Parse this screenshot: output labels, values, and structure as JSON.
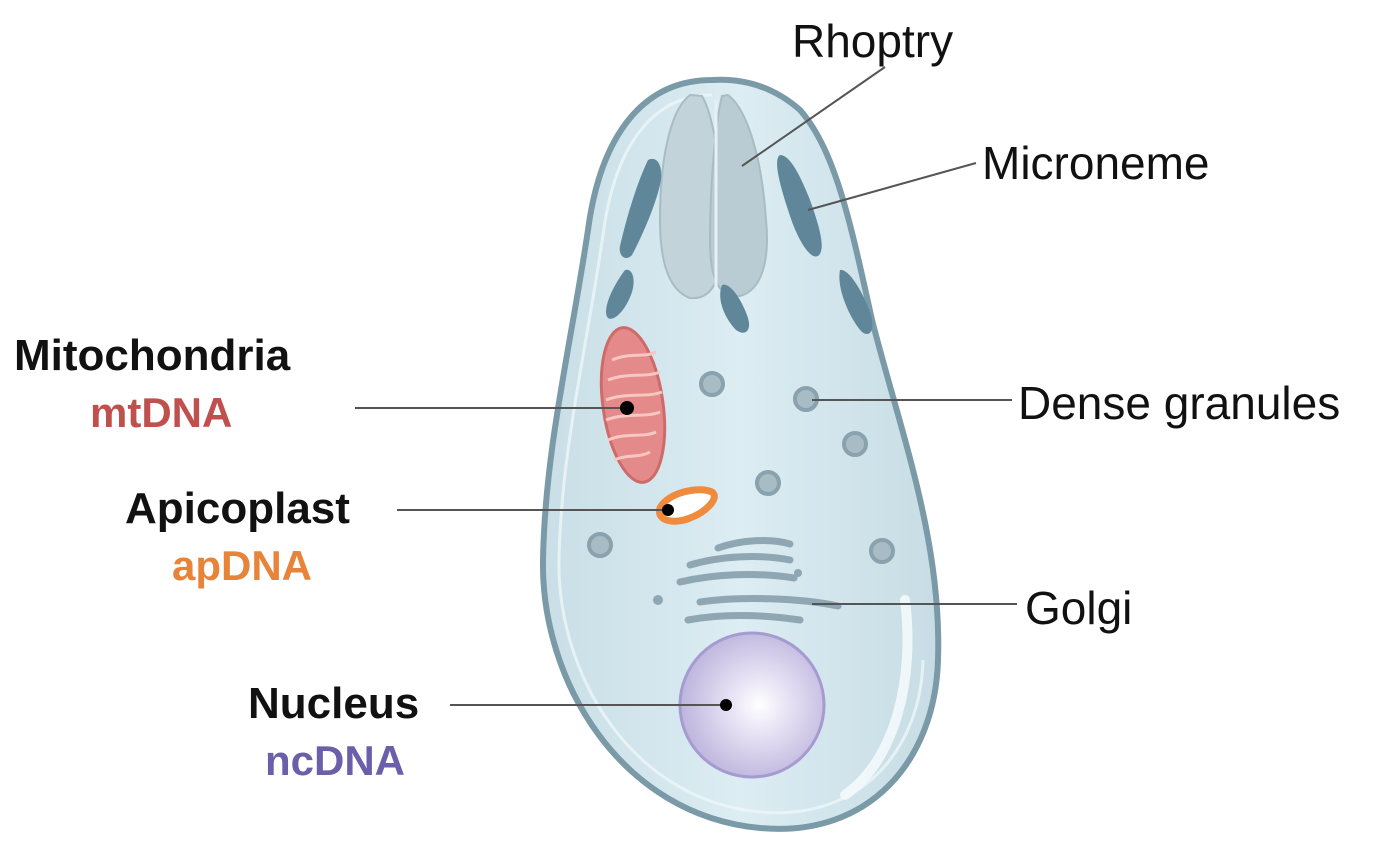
{
  "diagram": {
    "labels": {
      "rhoptry": "Rhoptry",
      "microneme": "Microneme",
      "dense_granules": "Dense granules",
      "golgi": "Golgi",
      "mitochondria": "Mitochondria",
      "mtdna": "mtDNA",
      "apicoplast": "Apicoplast",
      "apdna": "apDNA",
      "nucleus": "Nucleus",
      "ncdna": "ncDNA"
    },
    "colors": {
      "cell_fill": "#d3e7ee",
      "cell_outline": "#7a9aa8",
      "rhoptry": "#c2d3da",
      "microneme": "#5f8799",
      "mitochondria": "#e58a8a",
      "apicoplast": "#f08a3c",
      "nucleus": "#c5bde2",
      "golgi": "#8ea7b2",
      "mtdna_text": "#c0504d",
      "apdna_text": "#e8843a",
      "ncdna_text": "#6a5fa8"
    }
  }
}
